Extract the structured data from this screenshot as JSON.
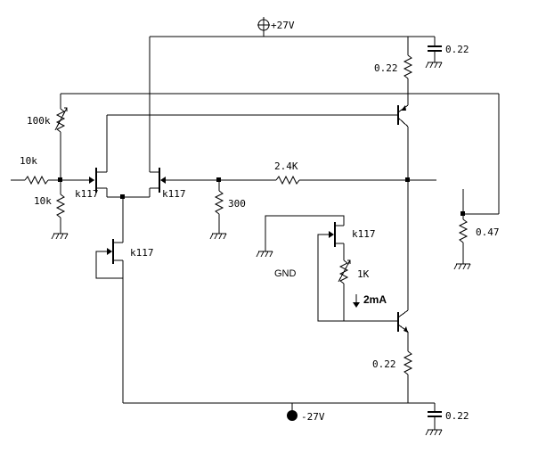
{
  "supplies": {
    "positive": "+27V",
    "negative": "-27V",
    "ground": "GND"
  },
  "resistors": {
    "input_series": "10k",
    "input_shunt": "10k",
    "bias_pot": "100k",
    "feedback": "2.4K",
    "feedback_shunt": "300",
    "current_set_pot": "1K",
    "emitter_top": "0.22",
    "emitter_bottom": "0.22",
    "output_load": "0.47"
  },
  "capacitors": {
    "decouple_top": "0.22",
    "decouple_bottom": "0.22"
  },
  "transistors": {
    "jfet_left": "k117",
    "jfet_right": "k117",
    "jfet_tail": "k117",
    "jfet_current_source": "k117"
  },
  "annotations": {
    "bias_current": "2mA"
  }
}
